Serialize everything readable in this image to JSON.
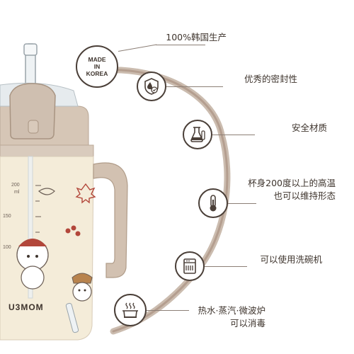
{
  "badge": {
    "lines": [
      "MADE",
      "IN",
      "KOREA"
    ]
  },
  "features": [
    {
      "lines": [
        "100%韩国生产"
      ],
      "icon": "made-in-korea-badge"
    },
    {
      "lines": [
        "优秀的密封性"
      ],
      "icon": "water-drop-shield-icon"
    },
    {
      "lines": [
        "安全材质"
      ],
      "icon": "lab-flask-icon"
    },
    {
      "lines": [
        "杯身200度以上的高温",
        "也可以维持形态"
      ],
      "icon": "thermometer-icon"
    },
    {
      "lines": [
        "可以使用洗碗机"
      ],
      "icon": "dishwasher-icon"
    },
    {
      "lines": [
        "热水·蒸汽·微波炉",
        "可以消毒"
      ],
      "icon": "steam-pot-icon"
    }
  ],
  "product": {
    "brand": "U3MOM",
    "graduations": [
      "200",
      "ml",
      "150",
      "100"
    ]
  },
  "colors": {
    "cup_beige": "#d9cbbd",
    "lid_beige": "#cfbfb0",
    "arc_brown": "#a58a79",
    "icon_stroke": "#4a3f38",
    "accent_red": "#b2463a"
  }
}
